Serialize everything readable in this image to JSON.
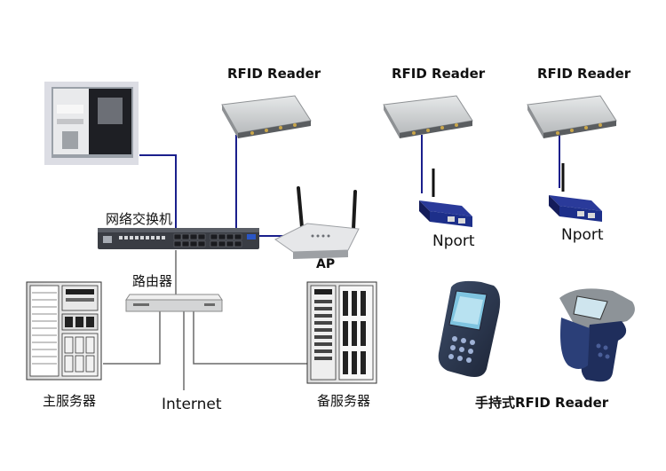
{
  "labels": {
    "reader_1": "RFID Reader",
    "reader_2": "RFID Reader",
    "reader_3": "RFID Reader",
    "switch": "网络交换机",
    "ap": "AP",
    "router": "路由器",
    "nport_1": "Nport",
    "nport_2": "Nport",
    "main_server": "主服务器",
    "internet": "Internet",
    "backup_server": "备服务器",
    "handheld_reader": "手持式RFID Reader"
  },
  "colors": {
    "link_blue": "#1a1f8c",
    "link_gray": "#6a6a6a",
    "device_gray": "#c9cbcc",
    "device_dark": "#3a3d44",
    "nport_blue": "#1d2f8a"
  }
}
